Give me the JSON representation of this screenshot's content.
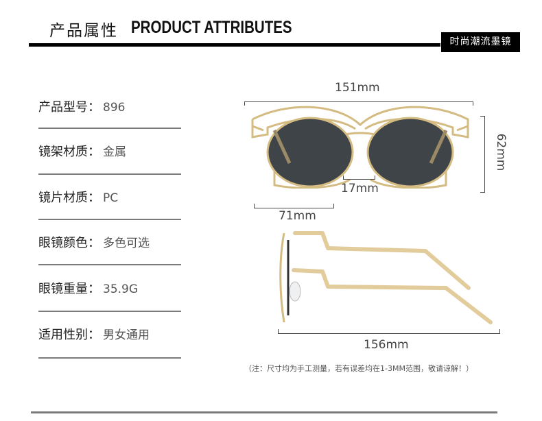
{
  "header": {
    "title_cn": "产品属性",
    "title_en": "PRODUCT ATTRIBUTES",
    "badge": "时尚潮流墨镜"
  },
  "attributes": [
    {
      "label": "产品型号：",
      "value": "896"
    },
    {
      "label": "镜架材质：",
      "value": "金属"
    },
    {
      "label": "镜片材质：",
      "value": "PC"
    },
    {
      "label": "眼镜颜色：",
      "value": "多色可选"
    },
    {
      "label": "眼镜重量：",
      "value": "35.9G"
    },
    {
      "label": "适用性别：",
      "value": "男女通用"
    }
  ],
  "dimensions": {
    "total_width": "151mm",
    "lens_height": "62mm",
    "bridge_width": "17mm",
    "lens_width": "71mm",
    "temple_length": "156mm"
  },
  "note": "（注：尺寸均为手工测量，若有误差均在1-3MM范围，敬请谅解！）",
  "colors": {
    "frame_gold": "#d8c08a",
    "lens_gray": "#3f4448",
    "accent_black": "#000000",
    "divider_gray": "#7a7a7a"
  }
}
